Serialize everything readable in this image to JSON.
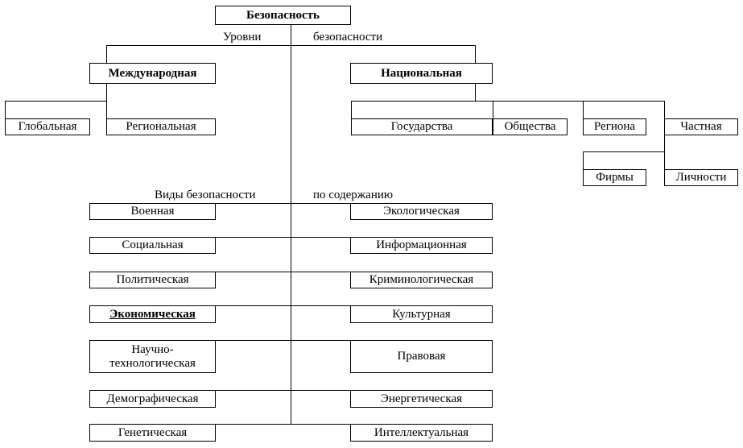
{
  "root": "Безопасность",
  "levels": {
    "label_left": "Уровни",
    "label_right": "безопасности",
    "international": {
      "name": "Международная",
      "children": [
        "Глобальная",
        "Региональная"
      ]
    },
    "national": {
      "name": "Национальная",
      "children": [
        "Государства",
        "Общества",
        "Региона",
        "Частная"
      ],
      "private_children": [
        "Фирмы",
        "Личности"
      ]
    }
  },
  "types": {
    "label_left": "Виды безопасности",
    "label_right": "по содержанию",
    "left": [
      "Военная",
      "Социальная",
      "Политическая",
      "Экономическая",
      "Научно-технологическая",
      "Демографическая",
      "Генетическая"
    ],
    "right": [
      "Экологическая",
      "Информационная",
      "Криминологическая",
      "Культурная",
      "Правовая",
      "Энергетическая",
      "Интеллектуальная"
    ]
  }
}
